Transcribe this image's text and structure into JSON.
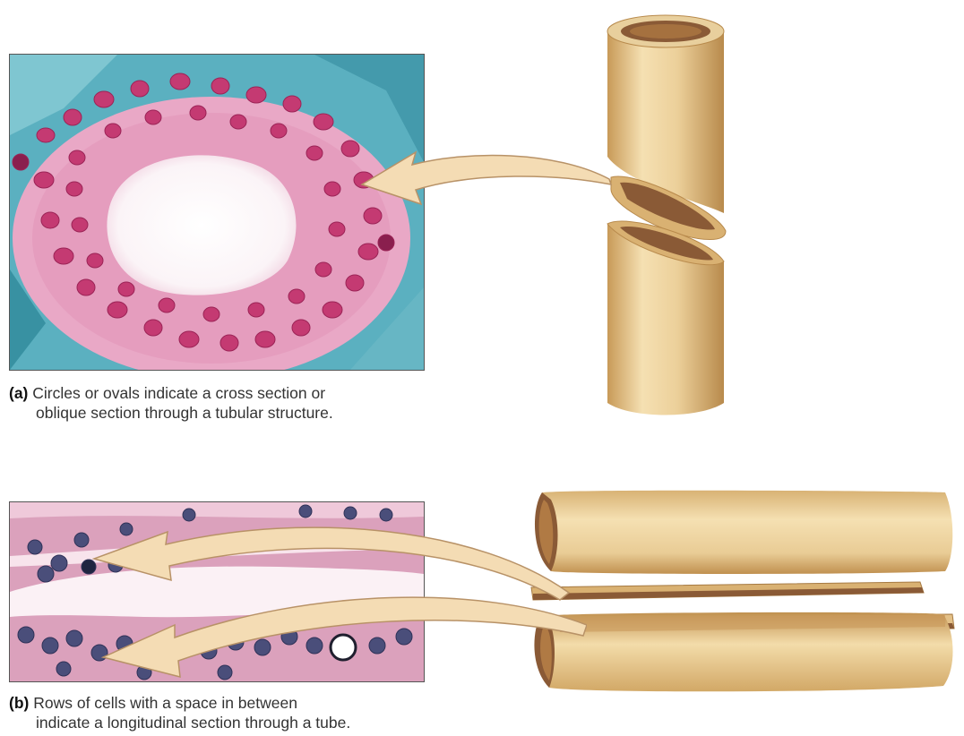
{
  "captions": {
    "a": {
      "letter": "(a)",
      "line1": "Circles or ovals indicate a cross section or",
      "line2": "oblique section through a tubular structure."
    },
    "b": {
      "letter": "(b)",
      "line1": "Rows of cells with a space in between",
      "line2": "indicate a longitudinal section through a tube."
    }
  },
  "colors": {
    "tube_light": "#f3dcaa",
    "tube_mid": "#dcb677",
    "tube_dark": "#b88a4c",
    "tube_inner": "#8a5a36",
    "arrow_fill": "#f4dcb4",
    "arrow_stroke": "#b89267",
    "stain_pink": "#e7a0c0",
    "nucleus": "#c2366e",
    "connective": "#4fa6b5"
  }
}
